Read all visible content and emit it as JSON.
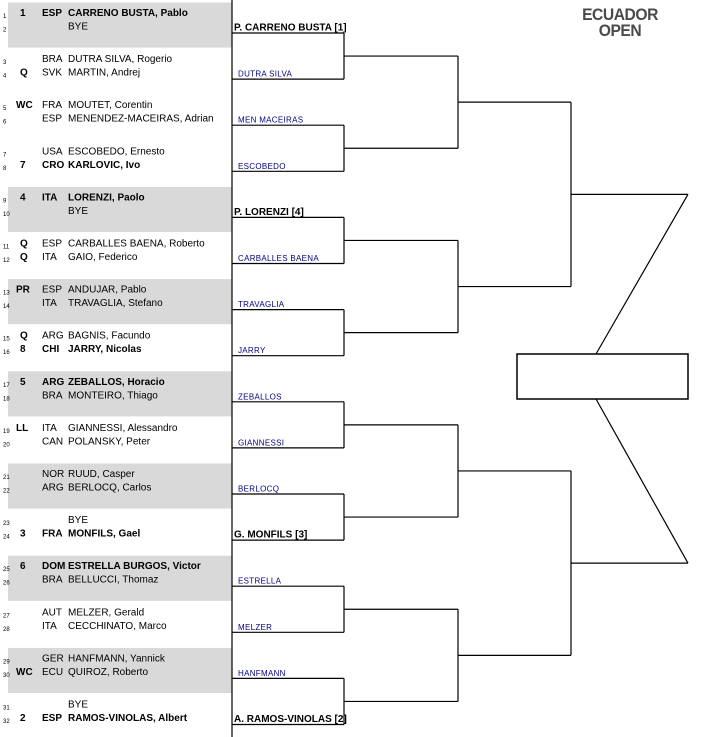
{
  "logo": {
    "line1": "ECUADOR",
    "line2": "OPEN",
    "accent": "#e06a1b"
  },
  "colors": {
    "shade": "#d9d9d9",
    "line": "#000000",
    "winner_text": "#000000",
    "result_text": "#000080"
  },
  "pairs": [
    {
      "shaded": true,
      "players": [
        {
          "num": "1",
          "tag": "1",
          "country": "ESP",
          "name": "CARRENO BUSTA, Pablo",
          "bold": true
        },
        {
          "num": "2",
          "tag": "",
          "country": "",
          "name": "BYE",
          "bold": false
        }
      ],
      "winner": {
        "text": "P. CARRENO BUSTA [1]",
        "style": "bold"
      }
    },
    {
      "shaded": false,
      "players": [
        {
          "num": "3",
          "tag": "",
          "country": "BRA",
          "name": "DUTRA SILVA, Rogerio",
          "bold": false
        },
        {
          "num": "4",
          "tag": "Q",
          "country": "SVK",
          "name": "MARTIN, Andrej",
          "bold": false
        }
      ],
      "winner": {
        "text": "DUTRA SILVA",
        "style": "small"
      }
    },
    {
      "shaded": false,
      "players": [
        {
          "num": "5",
          "tag": "WC",
          "country": "FRA",
          "name": "MOUTET, Corentin",
          "bold": false
        },
        {
          "num": "6",
          "tag": "",
          "country": "ESP",
          "name": "MENENDEZ-MACEIRAS, Adrian",
          "bold": false
        }
      ],
      "winner": {
        "text": "MEN MACEIRAS",
        "style": "small"
      }
    },
    {
      "shaded": false,
      "players": [
        {
          "num": "7",
          "tag": "",
          "country": "USA",
          "name": "ESCOBEDO, Ernesto",
          "bold": false
        },
        {
          "num": "8",
          "tag": "7",
          "country": "CRO",
          "name": "KARLOVIC, Ivo",
          "bold": true
        }
      ],
      "winner": {
        "text": "ESCOBEDO",
        "style": "small"
      }
    },
    {
      "shaded": true,
      "players": [
        {
          "num": "9",
          "tag": "4",
          "country": "ITA",
          "name": "LORENZI, Paolo",
          "bold": true
        },
        {
          "num": "10",
          "tag": "",
          "country": "",
          "name": "BYE",
          "bold": false
        }
      ],
      "winner": {
        "text": "P. LORENZI [4]",
        "style": "bold"
      }
    },
    {
      "shaded": false,
      "players": [
        {
          "num": "11",
          "tag": "Q",
          "country": "ESP",
          "name": "CARBALLES BAENA, Roberto",
          "bold": false
        },
        {
          "num": "12",
          "tag": "Q",
          "country": "ITA",
          "name": "GAIO, Federico",
          "bold": false
        }
      ],
      "winner": {
        "text": "CARBALLES BAENA",
        "style": "small"
      }
    },
    {
      "shaded": true,
      "players": [
        {
          "num": "13",
          "tag": "PR",
          "country": "ESP",
          "name": "ANDUJAR, Pablo",
          "bold": false
        },
        {
          "num": "14",
          "tag": "",
          "country": "ITA",
          "name": "TRAVAGLIA, Stefano",
          "bold": false
        }
      ],
      "winner": {
        "text": "TRAVAGLIA",
        "style": "small"
      }
    },
    {
      "shaded": false,
      "players": [
        {
          "num": "15",
          "tag": "Q",
          "country": "ARG",
          "name": "BAGNIS, Facundo",
          "bold": false
        },
        {
          "num": "16",
          "tag": "8",
          "country": "CHI",
          "name": "JARRY, Nicolas",
          "bold": true
        }
      ],
      "winner": {
        "text": "JARRY",
        "style": "small"
      }
    },
    {
      "shaded": true,
      "players": [
        {
          "num": "17",
          "tag": "5",
          "country": "ARG",
          "name": "ZEBALLOS, Horacio",
          "bold": true
        },
        {
          "num": "18",
          "tag": "",
          "country": "BRA",
          "name": "MONTEIRO, Thiago",
          "bold": false
        }
      ],
      "winner": {
        "text": "ZEBALLOS",
        "style": "small"
      }
    },
    {
      "shaded": false,
      "players": [
        {
          "num": "19",
          "tag": "LL",
          "country": "ITA",
          "name": "GIANNESSI, Alessandro",
          "bold": false
        },
        {
          "num": "20",
          "tag": "",
          "country": "CAN",
          "name": "POLANSKY, Peter",
          "bold": false
        }
      ],
      "winner": {
        "text": "GIANNESSI",
        "style": "small"
      }
    },
    {
      "shaded": true,
      "players": [
        {
          "num": "21",
          "tag": "",
          "country": "NOR",
          "name": "RUUD, Casper",
          "bold": false
        },
        {
          "num": "22",
          "tag": "",
          "country": "ARG",
          "name": "BERLOCQ, Carlos",
          "bold": false
        }
      ],
      "winner": {
        "text": "BERLOCQ",
        "style": "small"
      }
    },
    {
      "shaded": false,
      "players": [
        {
          "num": "23",
          "tag": "",
          "country": "",
          "name": "BYE",
          "bold": false
        },
        {
          "num": "24",
          "tag": "3",
          "country": "FRA",
          "name": "MONFILS, Gael",
          "bold": true
        }
      ],
      "winner": {
        "text": "G. MONFILS [3]",
        "style": "bold"
      }
    },
    {
      "shaded": true,
      "players": [
        {
          "num": "25",
          "tag": "6",
          "country": "DOM",
          "name": "ESTRELLA BURGOS, Victor",
          "bold": true
        },
        {
          "num": "26",
          "tag": "",
          "country": "BRA",
          "name": "BELLUCCI, Thomaz",
          "bold": false
        }
      ],
      "winner": {
        "text": "ESTRELLA",
        "style": "small"
      }
    },
    {
      "shaded": false,
      "players": [
        {
          "num": "27",
          "tag": "",
          "country": "AUT",
          "name": "MELZER, Gerald",
          "bold": false
        },
        {
          "num": "28",
          "tag": "",
          "country": "ITA",
          "name": "CECCHINATO, Marco",
          "bold": false
        }
      ],
      "winner": {
        "text": "MELZER",
        "style": "small"
      }
    },
    {
      "shaded": true,
      "players": [
        {
          "num": "29",
          "tag": "",
          "country": "GER",
          "name": "HANFMANN, Yannick",
          "bold": false
        },
        {
          "num": "30",
          "tag": "WC",
          "country": "ECU",
          "name": "QUIROZ, Roberto",
          "bold": false
        }
      ],
      "winner": {
        "text": "HANFMANN",
        "style": "small"
      }
    },
    {
      "shaded": false,
      "players": [
        {
          "num": "31",
          "tag": "",
          "country": "",
          "name": "BYE",
          "bold": false
        },
        {
          "num": "32",
          "tag": "2",
          "country": "ESP",
          "name": "RAMOS-VINOLAS, Albert",
          "bold": true
        }
      ],
      "winner": {
        "text": "A. RAMOS-VINOLAS [2]",
        "style": "bold"
      }
    }
  ],
  "final_box": {
    "text": ""
  }
}
